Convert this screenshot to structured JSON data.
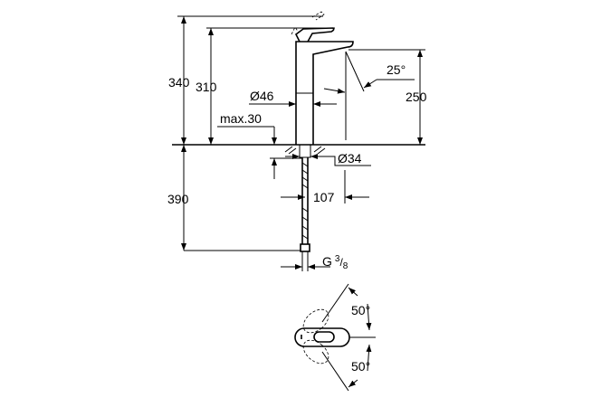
{
  "dimensions": {
    "total_height": "340",
    "lever_height": "310",
    "spout_height": "250",
    "spout_angle": "25°",
    "body_diameter": "Ø46",
    "max_deck_thickness": "max.30",
    "hole_diameter": "Ø34",
    "hose_length": "390",
    "spout_reach": "107",
    "connection_prefix": "G",
    "connection_num": "3",
    "connection_den": "8",
    "lever_angle_up": "50°",
    "lever_angle_down": "50°"
  }
}
